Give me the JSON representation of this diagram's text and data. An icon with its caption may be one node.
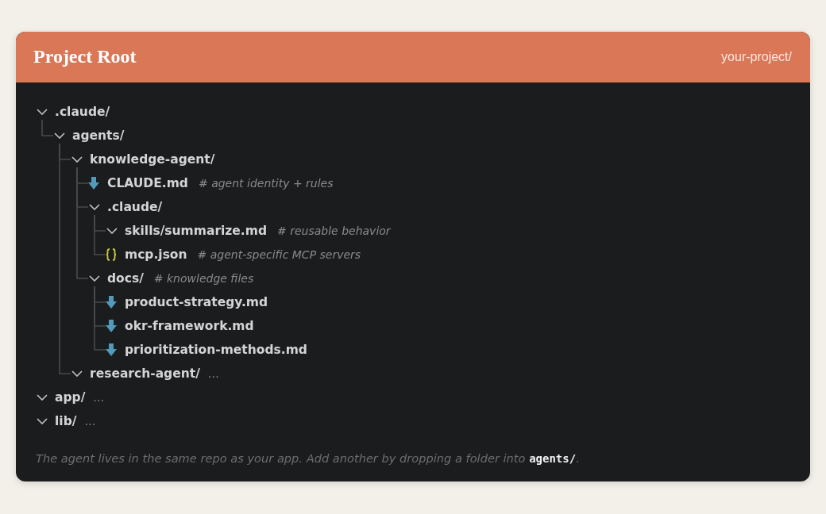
{
  "diagram": {
    "caption": "The agent lives in the same repo as your app. Add another by dropping a folder into **agents/**.",
    "nodes": [
      {
        "text": [
          "Project Root",
          "your-project/"
        ]
      },
      {
        "text": [
          ".claude/"
        ],
        "in": 0
      },
      {
        "text": [
          "agents/"
        ],
        "in": 0
      },
      {
        "text": [
          "knowledge-agent/"
        ],
        "in": 0
      },
      {
        "text": [
          "CLAUDE.md",
          "# agent identity + rules"
        ],
        "in": 0
      },
      {
        "text": [
          ".claude/"
        ],
        "in": 0
      },
      {
        "text": [
          "skills/summarize.md",
          "# reusable behavior"
        ],
        "in": 0
      },
      {
        "text": [
          "mcp.json",
          "# agent-specific MCP servers"
        ],
        "in": 0
      },
      {
        "text": [
          "docs/",
          "# knowledge files"
        ],
        "in": 0
      },
      {
        "text": [
          "product-strategy.md"
        ],
        "in": 0
      },
      {
        "text": [
          "okr-framework.md"
        ],
        "in": 0
      },
      {
        "text": [
          "prioritization-methods.md"
        ],
        "in": 0
      },
      {
        "text": [
          "research-agent/",
          "…"
        ],
        "in": 0
      },
      {
        "text": [
          "app/",
          "…"
        ],
        "in": 0
      },
      {
        "text": [
          "lib/",
          "…"
        ],
        "in": 0
      }
    ],
    "edges": [
      {
        "from": 1,
        "to": 2,
        "arrow": "none"
      },
      {
        "from": 2,
        "to": 3,
        "arrow": "none"
      },
      {
        "from": 2,
        "to": 12,
        "arrow": "none"
      },
      {
        "from": 3,
        "to": 4,
        "arrow": "none"
      },
      {
        "from": 3,
        "to": 5,
        "arrow": "none"
      },
      {
        "from": 3,
        "to": 8,
        "arrow": "none"
      },
      {
        "from": 5,
        "to": 6,
        "arrow": "none"
      },
      {
        "from": 5,
        "to": 7,
        "arrow": "none"
      },
      {
        "from": 8,
        "to": 9,
        "arrow": "none"
      },
      {
        "from": 8,
        "to": 10,
        "arrow": "none"
      },
      {
        "from": 8,
        "to": 11,
        "arrow": "none"
      }
    ]
  }
}
